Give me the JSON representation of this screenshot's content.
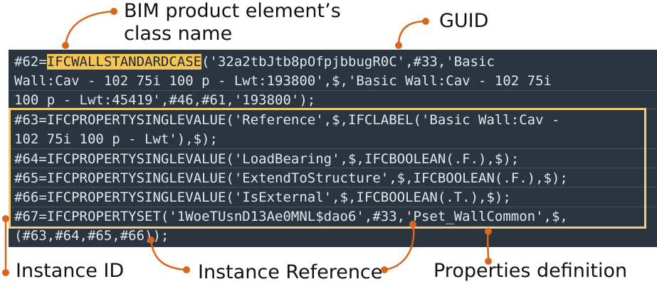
{
  "labels": {
    "class_name": [
      "BIM product element’s",
      "class name"
    ],
    "guid": "GUID",
    "instance_id": "Instance ID",
    "instance_reference": "Instance Reference",
    "properties_definition": "Properties definition"
  },
  "code": {
    "line1_prefix": "#62=",
    "line1_class": "IFCWALLSTANDARDCASE",
    "line1_suffix": "('32a2tbJtb8pOfpjbbugR0C',#33,'Basic",
    "line2": "Wall:Cav - 102 75i 100 p - Lwt:193800',$,'Basic Wall:Cav - 102 75i",
    "line3": "100 p - Lwt:45419',#46,#61,'193800');",
    "line4": "#63=IFCPROPERTYSINGLEVALUE('Reference',$,IFCLABEL('Basic Wall:Cav -",
    "line5": "102 75i 100 p - Lwt'),$);",
    "line6": "#64=IFCPROPERTYSINGLEVALUE('LoadBearing',$,IFCBOOLEAN(.F.),$);",
    "line7": "#65=IFCPROPERTYSINGLEVALUE('ExtendToStructure',$,IFCBOOLEAN(.F.),$);",
    "line8": "#66=IFCPROPERTYSINGLEVALUE('IsExternal',$,IFCBOOLEAN(.T.),$);",
    "line9": "#67=IFCPROPERTYSET('1WoeTUsnD13Ae0MNL$dao6',#33,'Pset_WallCommon',$,",
    "line10": "(#63,#64,#65,#66));"
  },
  "colors": {
    "annotation": "#d9661f",
    "highlight": "#f6c453",
    "box": "#f4cd7a",
    "panel": "#2b3540"
  }
}
